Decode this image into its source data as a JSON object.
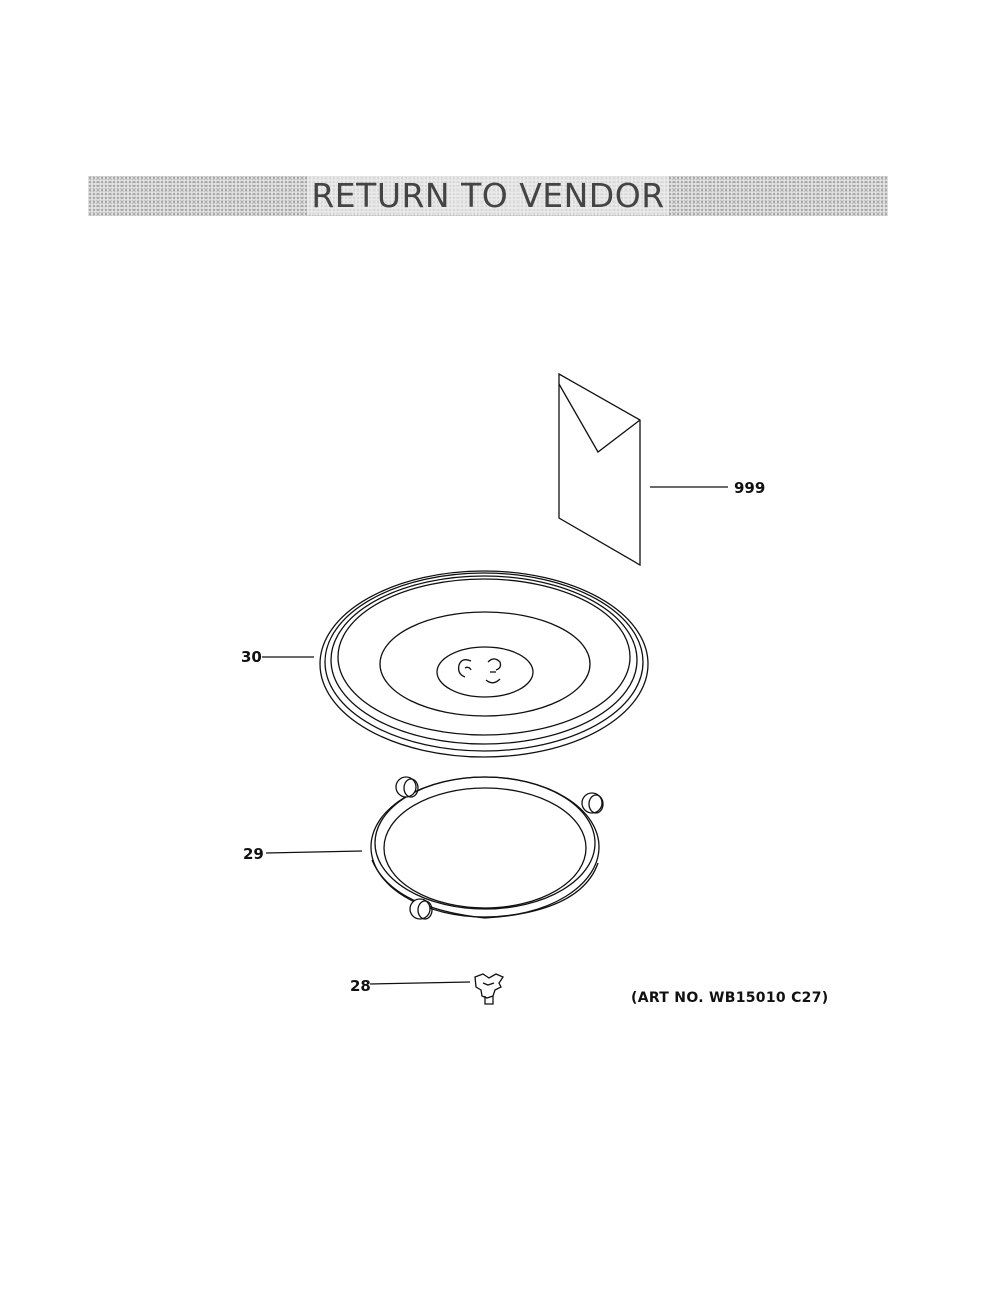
{
  "banner": {
    "text": "RETURN TO VENDOR"
  },
  "parts": [
    {
      "id": "999"
    },
    {
      "id": "30"
    },
    {
      "id": "29"
    },
    {
      "id": "28"
    }
  ],
  "art_number": "(ART NO. WB15010 C27)",
  "colors": {
    "line": "#111111",
    "banner_text": "#444444"
  }
}
